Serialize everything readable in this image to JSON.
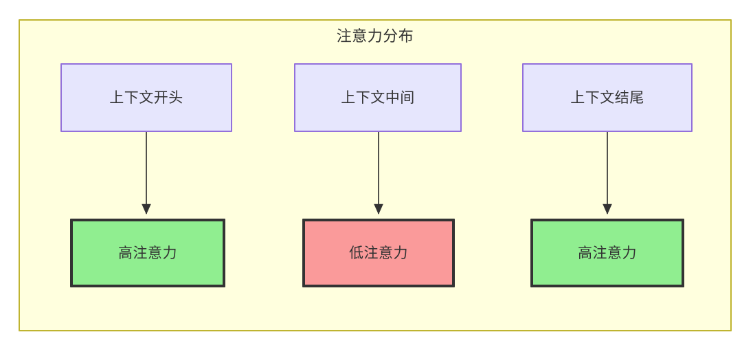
{
  "diagram": {
    "title": "注意力分布",
    "background_color": "#ffffff",
    "container": {
      "fill": "#ffffde",
      "stroke": "#bfb430"
    },
    "palette": {
      "context_fill": "#e6e6fd",
      "context_stroke": "#9370db",
      "high_attention_fill": "#90ee90",
      "low_attention_fill": "#fa9a9a",
      "emphasis_stroke": "#333333",
      "text_color": "#333333",
      "edge_color": "#333333"
    },
    "columns": [
      {
        "source": {
          "label": "上下文开头",
          "type": "context"
        },
        "target": {
          "label": "高注意力",
          "type": "attn-high"
        },
        "edge": {
          "arrowhead": "solid-triangle",
          "direction": "down"
        }
      },
      {
        "source": {
          "label": "上下文中间",
          "type": "context"
        },
        "target": {
          "label": "低注意力",
          "type": "attn-low"
        },
        "edge": {
          "arrowhead": "solid-triangle",
          "direction": "down"
        }
      },
      {
        "source": {
          "label": "上下文结尾",
          "type": "context"
        },
        "target": {
          "label": "高注意力",
          "type": "attn-high"
        },
        "edge": {
          "arrowhead": "solid-triangle",
          "direction": "down"
        }
      }
    ]
  }
}
